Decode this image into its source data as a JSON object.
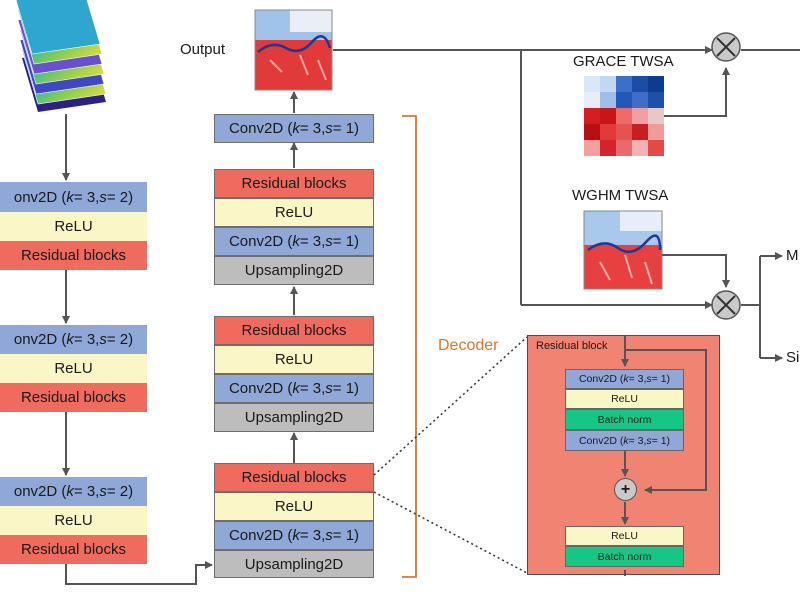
{
  "labels": {
    "output": "Output",
    "grace": "GRACE TWSA",
    "wghm": "WGHM TWSA",
    "decoder": "Decoder",
    "residual_block_title": "Residual block",
    "m_partial": "M",
    "si_partial": "Si"
  },
  "encoder": {
    "groups": [
      {
        "conv": "onv2D (k = 3, s = 2)",
        "relu": "ReLU",
        "res": "Residual blocks"
      },
      {
        "conv": "onv2D (k = 3, s = 2)",
        "relu": "ReLU",
        "res": "Residual blocks"
      },
      {
        "conv": "onv2D (k = 3, s = 2)",
        "relu": "ReLU",
        "res": "Residual blocks"
      }
    ]
  },
  "decoder": {
    "top_conv": "Conv2D (k = 3, s = 1)",
    "groups": [
      {
        "res": "Residual blocks",
        "relu": "ReLU",
        "conv": "Conv2D (k = 3, s = 1)",
        "up": "Upsampling2D"
      },
      {
        "res": "Residual blocks",
        "relu": "ReLU",
        "conv": "Conv2D (k = 3, s = 1)",
        "up": "Upsampling2D"
      },
      {
        "res": "Residual blocks",
        "relu": "ReLU",
        "conv": "Conv2D (k = 3, s = 1)",
        "up": "Upsampling2D"
      }
    ]
  },
  "residual_detail": {
    "conv1": "Conv2D (k = 3, s = 1)",
    "relu1": "ReLU",
    "bn1": "Batch norm",
    "conv2": "Conv2D (k = 3, s = 1)",
    "plus": "+",
    "relu2": "ReLU",
    "bn2": "Batch norm"
  },
  "symbols": {
    "multiply": "×"
  },
  "colors": {
    "conv": "#8fa8d8",
    "relu": "#fbf6c5",
    "residual": "#ef6b5e",
    "upsampling": "#bdbdbd",
    "batch_norm": "#15c784",
    "decoder_bracket": "#d9772a"
  }
}
